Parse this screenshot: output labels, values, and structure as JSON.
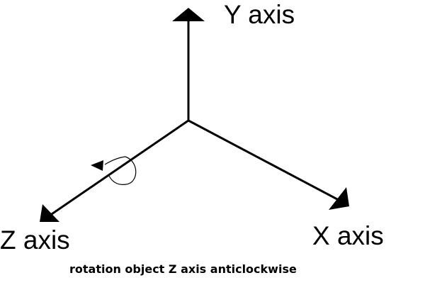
{
  "labels": {
    "y_axis": "Y axis",
    "x_axis": "X axis",
    "z_axis": "Z axis"
  },
  "caption": "rotation object Z axis anticlockwise",
  "colors": {
    "background": "#ffffff",
    "stroke": "#000000"
  }
}
